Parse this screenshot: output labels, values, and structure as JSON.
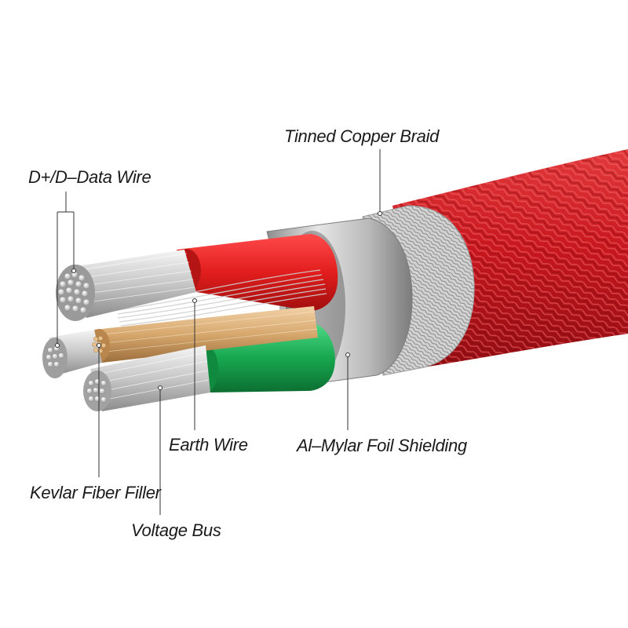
{
  "diagram": {
    "labels": {
      "tinned_copper_braid": "Tinned Copper Braid",
      "data_wire": "D+/D–Data Wire",
      "earth_wire": "Earth Wire",
      "foil_shielding": "Al–Mylar Foil Shielding",
      "kevlar_filler": "Kevlar Fiber Filler",
      "voltage_bus": "Voltage Bus"
    },
    "colors": {
      "braid_red": "#c8171f",
      "braid_red_light": "#e23a3c",
      "inner_braid_silver": "#c9c9c9",
      "foil_silver": "#b7b7b7",
      "red_insulation": "#e21d1d",
      "green_insulation": "#17a84f",
      "copper_strands": "#d7a86e",
      "silver_strands": "#d9d9d9",
      "leader_line": "#333333"
    }
  }
}
